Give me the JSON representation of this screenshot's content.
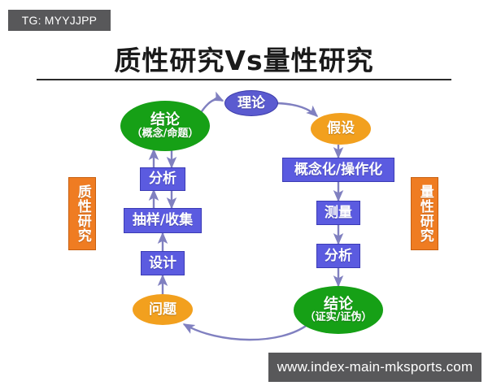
{
  "overlays": {
    "tg_badge": "TG: MYYJJPP",
    "site_badge": "www.index-main-mksports.com"
  },
  "title": "质性研究Vs量性研究",
  "side_labels": {
    "left": "质性研究",
    "right": "量性研究"
  },
  "colors": {
    "box_blue": "#5b5be0",
    "ellipse_green": "#16a016",
    "ellipse_orange": "#f2a01e",
    "ellipse_blue": "#5b5bd0",
    "side_label_orange": "#ef7c22",
    "connector_purple": "#8080c0",
    "badge_gray": "#58585a",
    "title_black": "#1a1a1a"
  },
  "nodes": {
    "theory": {
      "label": "理论",
      "sub": "",
      "shape": "ellipse",
      "color": "blue"
    },
    "qual_conclusion": {
      "label": "结论",
      "sub": "（概念/命题）",
      "shape": "ellipse",
      "color": "green"
    },
    "qual_analysis": {
      "label": "分析",
      "sub": "",
      "shape": "box",
      "color": "blue"
    },
    "qual_sampling": {
      "label": "抽样/收集",
      "sub": "",
      "shape": "box",
      "color": "blue"
    },
    "qual_design": {
      "label": "设计",
      "sub": "",
      "shape": "box",
      "color": "blue"
    },
    "qual_question": {
      "label": "问题",
      "sub": "",
      "shape": "ellipse",
      "color": "orange"
    },
    "quant_hypothesis": {
      "label": "假设",
      "sub": "",
      "shape": "ellipse",
      "color": "orange"
    },
    "quant_conceptual": {
      "label": "概念化/操作化",
      "sub": "",
      "shape": "box",
      "color": "blue"
    },
    "quant_measurement": {
      "label": "测量",
      "sub": "",
      "shape": "box",
      "color": "blue"
    },
    "quant_analysis": {
      "label": "分析",
      "sub": "",
      "shape": "box",
      "color": "blue"
    },
    "quant_conclusion": {
      "label": "结论",
      "sub": "（证实/证伪）",
      "shape": "ellipse",
      "color": "green"
    }
  }
}
